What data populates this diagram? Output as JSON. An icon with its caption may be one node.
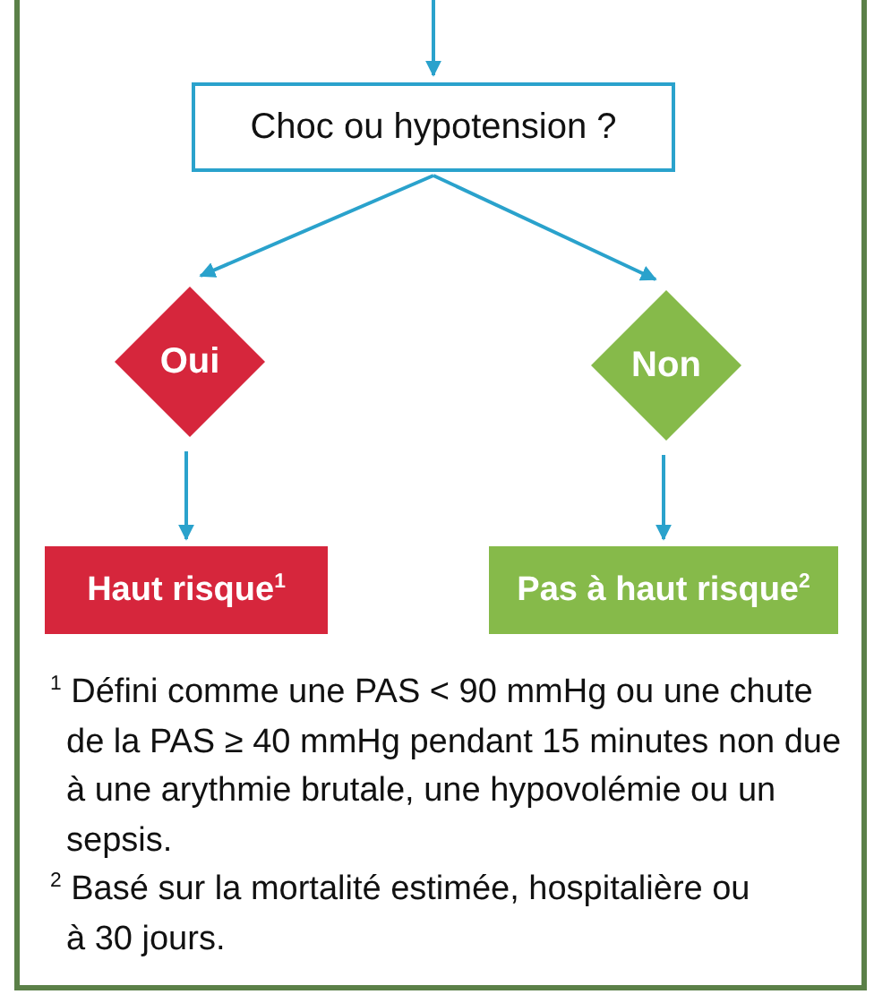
{
  "diagram": {
    "nodes": [
      {
        "text": [
          "Choc ou hypotension ?"
        ]
      },
      {
        "text": [
          "Oui"
        ]
      },
      {
        "text": [
          "Non"
        ]
      },
      {
        "text": [
          "Haut risque$^{1}$"
        ]
      },
      {
        "text": [
          "Pas à haut risque$^{2}$"
        ]
      }
    ],
    "edges": [
      {
        "from": null,
        "to": 0,
        "arrow": "to"
      },
      {
        "from": 0,
        "to": 1,
        "arrow": "to"
      },
      {
        "from": 0,
        "to": 2,
        "arrow": "to"
      },
      {
        "from": 1,
        "to": 3,
        "arrow": "to"
      },
      {
        "from": 2,
        "to": 4,
        "arrow": "to"
      }
    ],
    "labels": [
      "$^{1}$ Défini comme une PAS < 90 mmHg ou une chute de la PAS ≥ 40 mmHg pendant 15 minutes non due à une arythmie brutale, une hypovolémie ou un sepsis.",
      "$^{2}$ Basé sur la mortalité estimée, hospitalière ou à 30 jours."
    ]
  }
}
